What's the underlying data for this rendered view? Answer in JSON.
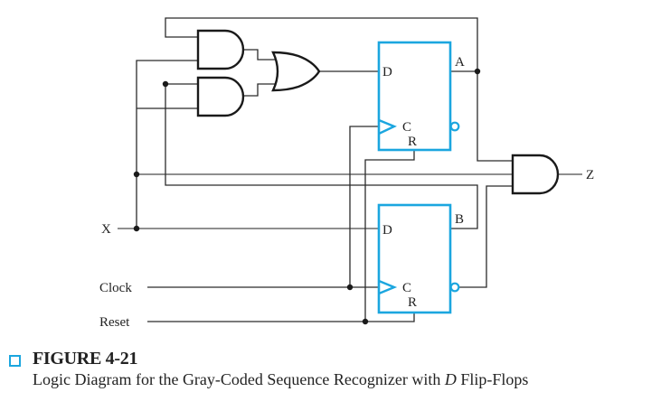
{
  "figure": {
    "number_label": "FIGURE 4-21",
    "caption_prefix": "Logic Diagram for the Gray-Coded Sequence Recognizer with ",
    "caption_italic": "D",
    "caption_suffix": " Flip-Flops",
    "accent_color": "#1ba6df"
  },
  "inputs": {
    "x": "X",
    "clock": "Clock",
    "reset": "Reset"
  },
  "outputs": {
    "z": "Z"
  },
  "flip_flops": [
    {
      "name": "A",
      "d_label": "D",
      "c_label": "C",
      "r_label": "R"
    },
    {
      "name": "B",
      "d_label": "D",
      "c_label": "C",
      "r_label": "R"
    }
  ],
  "gates": [
    {
      "id": "and-top",
      "type": "AND"
    },
    {
      "id": "and-bottom",
      "type": "AND"
    },
    {
      "id": "or",
      "type": "OR"
    },
    {
      "id": "and-output",
      "type": "AND"
    }
  ]
}
